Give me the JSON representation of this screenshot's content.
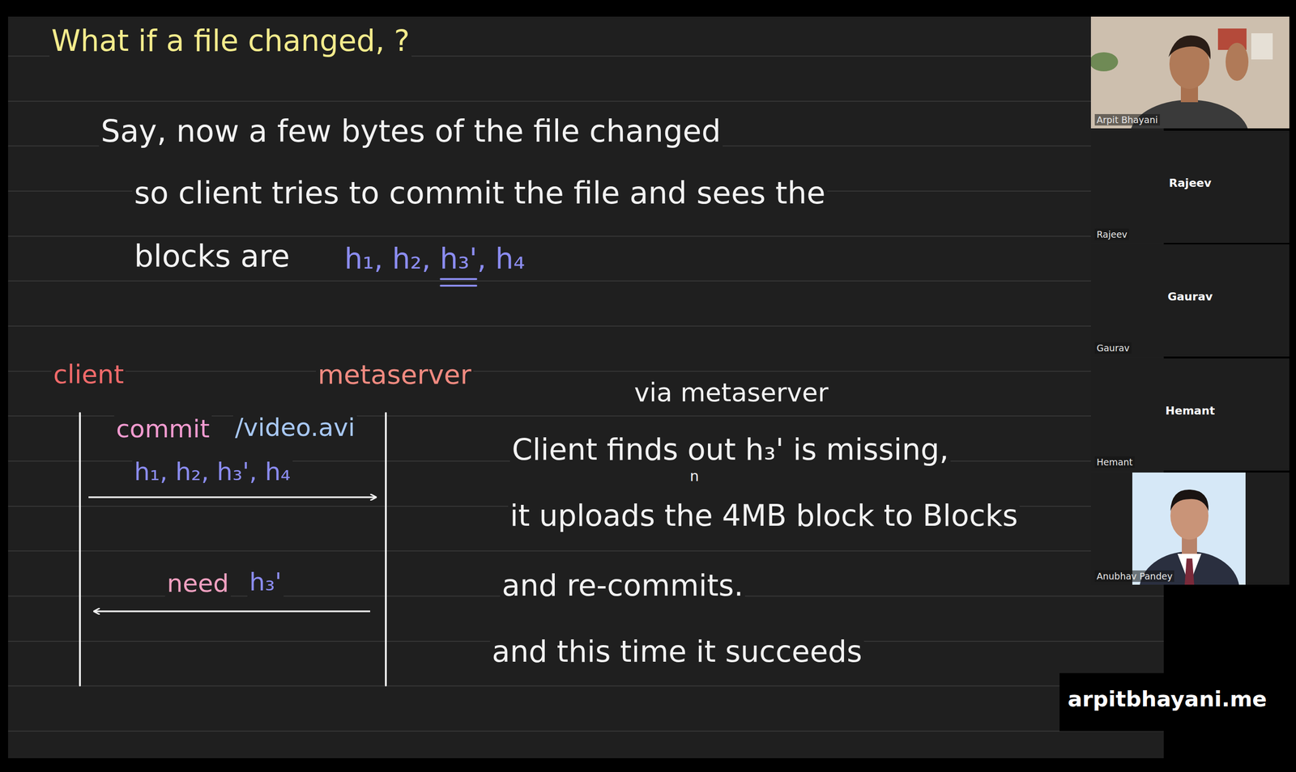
{
  "diagram": {
    "title": "What if a file changed, ?",
    "nodes": [
      {
        "text": [
          "Arpit Bhayani"
        ]
      },
      {
        "text": [
          "Rajeev",
          "Rajeev"
        ]
      },
      {
        "text": [
          "Gaurav",
          "Gaurav"
        ]
      },
      {
        "text": [
          "Hemant",
          "Hemant"
        ]
      },
      {
        "text": [
          "Anubhav Pandey"
        ]
      },
      {
        "text": [
          "arpitbhayani.me"
        ]
      }
    ],
    "labels": [
      "Say, now a few bytes of the file changed",
      "so client tries to commit the file and sees the",
      "blocks are",
      "h₁, h₂, h₃', h₄",
      "client",
      "metaserver",
      "commit",
      "/video.avi",
      "h₁, h₂, h₃', h₄",
      "need",
      "h₃'",
      "via metaserver",
      "Client finds out h₃' is missing,",
      "it uploads the 4MB block to Blocks",
      "and re-commits.",
      "and this time it succeeds",
      "n"
    ]
  }
}
